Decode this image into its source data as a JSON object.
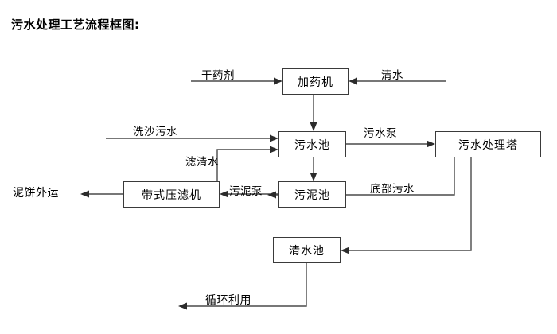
{
  "title": "污水处理工艺流程框图:",
  "nodes": [
    {
      "id": "dosing_machine",
      "label": "加药机"
    },
    {
      "id": "sewage_pool",
      "label": "污水池"
    },
    {
      "id": "treatment_tower",
      "label": "污水处理塔"
    },
    {
      "id": "belt_filter_press",
      "label": "带式压滤机"
    },
    {
      "id": "sludge_pool",
      "label": "污泥池"
    },
    {
      "id": "clear_water_pool",
      "label": "清水池"
    }
  ],
  "edge_labels": [
    {
      "id": "dry_chemical",
      "label": "干药剂"
    },
    {
      "id": "clean_water",
      "label": "清水"
    },
    {
      "id": "sand_washing_sewage",
      "label": "洗沙污水"
    },
    {
      "id": "filtered_clear_water",
      "label": "滤清水"
    },
    {
      "id": "sewage_pump",
      "label": "污水泵"
    },
    {
      "id": "sludge_pump",
      "label": "污泥泵"
    },
    {
      "id": "bottom_sewage",
      "label": "底部污水"
    },
    {
      "id": "mud_cake_transport",
      "label": "泥饼外运"
    },
    {
      "id": "recycle_reuse",
      "label": "循环利用"
    }
  ],
  "colors": {
    "box_border": "#3a3a3a",
    "wire": "#4a4a4a",
    "arrow_head": "#2b2b2b",
    "text": "#000000",
    "background": "#ffffff"
  }
}
